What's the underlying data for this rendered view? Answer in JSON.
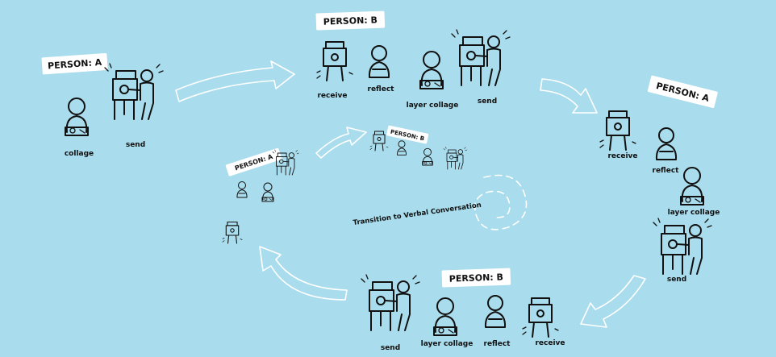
{
  "colors": {
    "background": "#a9dcec",
    "ink": "#111111",
    "arrow": "#ffffff",
    "tag": "#ffffff"
  },
  "outer": {
    "person_a_start": "PERSON: A",
    "person_b_top": "PERSON: B",
    "person_a_right": "PERSON: A",
    "person_b_bottom": "PERSON: B",
    "collage": "collage",
    "send_a": "send",
    "receive_b": "receive",
    "reflect_b": "reflect",
    "layer_collage_b": "layer collage",
    "send_b": "send",
    "receive_a2": "receive",
    "reflect_a2": "reflect",
    "layer_collage_a2": "layer collage",
    "send_a2": "send",
    "send_b2": "send",
    "layer_collage_b2": "layer collage",
    "reflect_b2": "reflect",
    "receive_b2": "receive"
  },
  "inner": {
    "person_a": "PERSON: A",
    "person_b": "PERSON: B",
    "transition": "Transition to Verbal Conversation"
  },
  "icons": [
    "person-at-easel-icon",
    "person-collaging-icon",
    "person-reflecting-icon",
    "easel-receive-icon"
  ]
}
